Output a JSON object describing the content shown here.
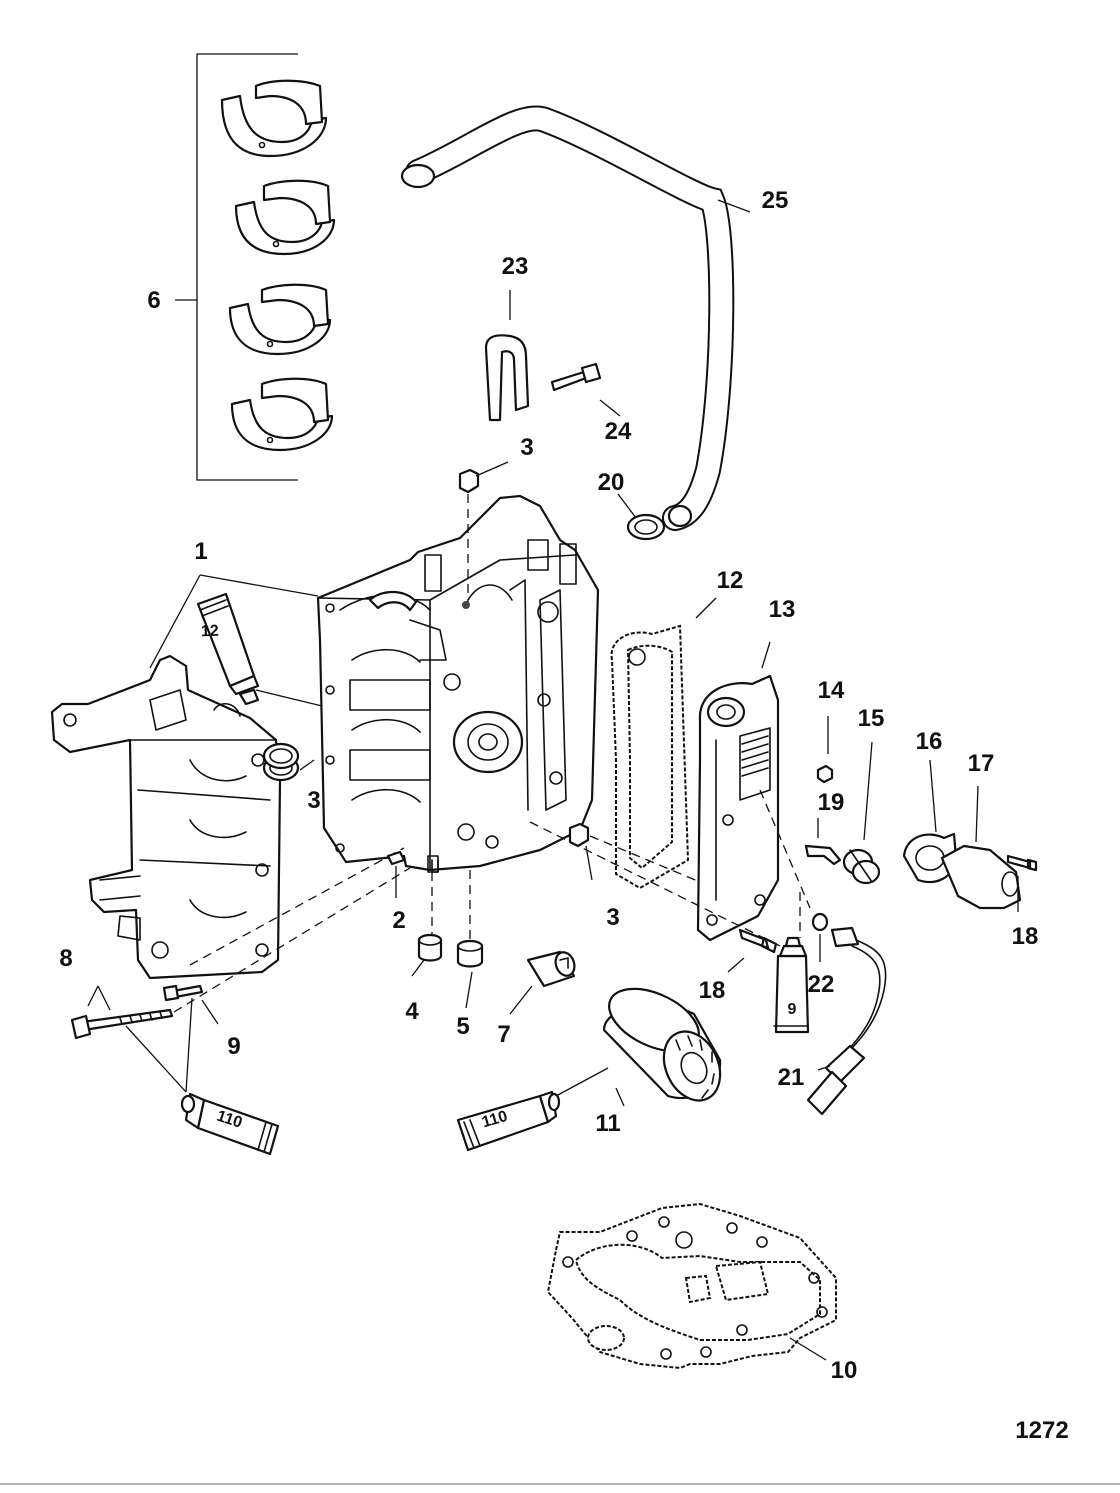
{
  "diagram_id": "1272",
  "callouts": {
    "c1": "1",
    "c2": "2",
    "c3a": "3",
    "c3b": "3",
    "c3c": "3",
    "c4": "4",
    "c5": "5",
    "c6": "6",
    "c7": "7",
    "c8": "8",
    "c9": "9",
    "c10": "10",
    "c11": "11",
    "c12": "12",
    "c13": "13",
    "c14": "14",
    "c15": "15",
    "c16": "16",
    "c17": "17",
    "c18a": "18",
    "c18b": "18",
    "c19": "19",
    "c20": "20",
    "c21": "21",
    "c22": "22",
    "c23": "23",
    "c24": "24",
    "c25": "25"
  },
  "tubes": {
    "t12": "12",
    "t110a": "110",
    "t110b": "110",
    "t9": "9"
  }
}
